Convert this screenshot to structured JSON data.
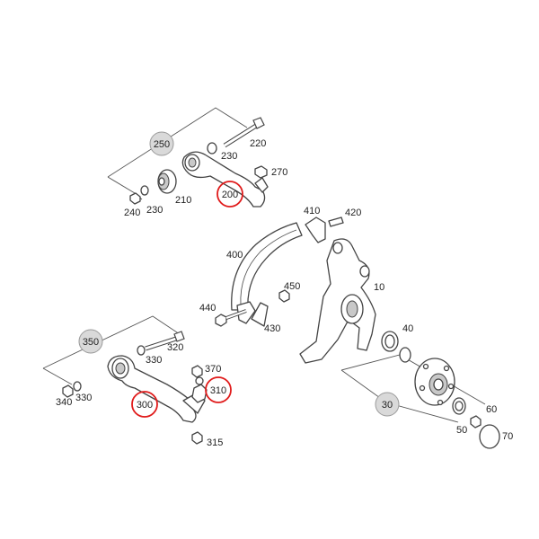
{
  "labels": {
    "l250": "250",
    "l230a": "230",
    "l220": "220",
    "l270": "270",
    "l200": "200",
    "l210": "210",
    "l230b": "230",
    "l240": "240",
    "l410": "410",
    "l420": "420",
    "l400": "400",
    "l10": "10",
    "l450": "450",
    "l440": "440",
    "l430": "430",
    "l350": "350",
    "l320": "320",
    "l330a": "330",
    "l370": "370",
    "l310": "310",
    "l300": "300",
    "l340": "340",
    "l330b": "330",
    "l315": "315",
    "l40": "40",
    "l30": "30",
    "l60": "60",
    "l50": "50",
    "l70": "70"
  },
  "highlight_color": "#e01b1b"
}
